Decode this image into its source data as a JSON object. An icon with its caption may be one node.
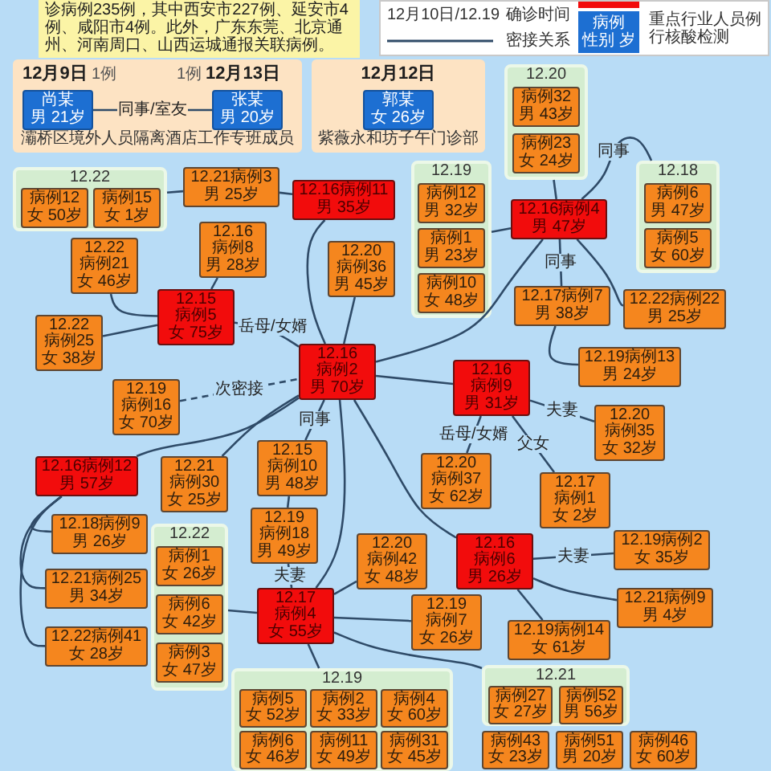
{
  "diagram": {
    "nodes": [
      {
        "text": [
          "诊病例235例，其中西安市227例、延安市4例、咸阳市4例。此外，广东东莞、北京通州、河南周口、山西运城通报关联病例。"
        ]
      },
      {
        "text": [
          "12月9日",
          "1例",
          "1例",
          "12月13日",
          "灞桥区境外人员隔离酒店工作专班成员"
        ]
      },
      {
        "text": [
          "尚某",
          "男 21岁"
        ],
        "in": 1
      },
      {
        "text": [
          "张某",
          "男 20岁"
        ],
        "in": 1
      },
      {
        "text": [
          "12月12日",
          "紫薇永和坊子午门诊部"
        ]
      },
      {
        "text": [
          "郭某",
          "女 26岁"
        ],
        "in": 4
      },
      {
        "text": [
          "12.20"
        ]
      },
      {
        "text": [
          "病例32",
          "男 43岁"
        ],
        "in": 6
      },
      {
        "text": [
          "病例23",
          "女 24岁"
        ],
        "in": 6
      },
      {
        "text": [
          "12.19"
        ]
      },
      {
        "text": [
          "病例12",
          "男 32岁"
        ],
        "in": 9
      },
      {
        "text": [
          "病例1",
          "男 23岁"
        ],
        "in": 9
      },
      {
        "text": [
          "病例10",
          "女 48岁"
        ],
        "in": 9
      },
      {
        "text": [
          "12.18"
        ]
      },
      {
        "text": [
          "病例6",
          "男 47岁"
        ],
        "in": 13
      },
      {
        "text": [
          "病例5",
          "女 60岁"
        ],
        "in": 13
      },
      {
        "text": [
          "12.22"
        ]
      },
      {
        "text": [
          "病例12",
          "女 50岁"
        ],
        "in": 16
      },
      {
        "text": [
          "病例15",
          "女 1岁"
        ],
        "in": 16
      },
      {
        "text": [
          "12.21病例3",
          "男 25岁"
        ]
      },
      {
        "text": [
          "12.16病例11",
          "男 35岁"
        ]
      },
      {
        "text": [
          "12.16病例4",
          "男 47岁"
        ]
      },
      {
        "text": [
          "12.16",
          "病例8",
          "男 28岁"
        ]
      },
      {
        "text": [
          "12.22",
          "病例21",
          "女 46岁"
        ]
      },
      {
        "text": [
          "12.17病例7",
          "男 38岁"
        ]
      },
      {
        "text": [
          "12.22病例22",
          "男 25岁"
        ]
      },
      {
        "text": [
          "12.15",
          "病例5",
          "女 75岁"
        ]
      },
      {
        "text": [
          "12.20",
          "病例36",
          "男 45岁"
        ]
      },
      {
        "text": [
          "12.22",
          "病例25",
          "女 38岁"
        ]
      },
      {
        "text": [
          "12.16",
          "病例2",
          "男 70岁"
        ]
      },
      {
        "text": [
          "12.19病例13",
          "男 24岁"
        ]
      },
      {
        "text": [
          "12.19",
          "病例16",
          "女 70岁"
        ]
      },
      {
        "text": [
          "12.16",
          "病例9",
          "男 31岁"
        ]
      },
      {
        "text": [
          "12.20",
          "病例35",
          "女 32岁"
        ]
      },
      {
        "text": [
          "12.21",
          "病例30",
          "女 25岁"
        ]
      },
      {
        "text": [
          "12.15",
          "病例10",
          "男 48岁"
        ]
      },
      {
        "text": [
          "12.16病例12",
          "男 57岁"
        ]
      },
      {
        "text": [
          "12.20",
          "病例37",
          "女 62岁"
        ]
      },
      {
        "text": [
          "12.17",
          "病例1",
          "女 2岁"
        ]
      },
      {
        "text": [
          "12.22"
        ]
      },
      {
        "text": [
          "病例1",
          "女 26岁"
        ],
        "in": 39
      },
      {
        "text": [
          "病例6",
          "女 42岁"
        ],
        "in": 39
      },
      {
        "text": [
          "病例3",
          "女 47岁"
        ],
        "in": 39
      },
      {
        "text": [
          "12.19",
          "病例18",
          "男 49岁"
        ]
      },
      {
        "text": [
          "12.16",
          "病例6",
          "男 26岁"
        ]
      },
      {
        "text": [
          "12.18病例9",
          "男 26岁"
        ]
      },
      {
        "text": [
          "12.20",
          "病例42",
          "女 48岁"
        ]
      },
      {
        "text": [
          "12.19病例2",
          "女 35岁"
        ]
      },
      {
        "text": [
          "12.21病例25",
          "男 34岁"
        ]
      },
      {
        "text": [
          "12.17",
          "病例4",
          "女 55岁"
        ]
      },
      {
        "text": [
          "12.19",
          "病例7",
          "女 26岁"
        ]
      },
      {
        "text": [
          "12.21病例9",
          "男 4岁"
        ]
      },
      {
        "text": [
          "12.19病例14",
          "女 61岁"
        ]
      },
      {
        "text": [
          "12.22病例41",
          "女 28岁"
        ]
      },
      {
        "text": [
          "12.21"
        ]
      },
      {
        "text": [
          "病例27",
          "女 27岁"
        ],
        "in": 54
      },
      {
        "text": [
          "病例52",
          "男 56岁"
        ],
        "in": 54
      },
      {
        "text": [
          "12.19"
        ]
      },
      {
        "text": [
          "病例5",
          "女 52岁"
        ],
        "in": 57
      },
      {
        "text": [
          "病例2",
          "女 33岁"
        ],
        "in": 57
      },
      {
        "text": [
          "病例4",
          "女 60岁"
        ],
        "in": 57
      },
      {
        "text": [
          "病例6",
          "女 46岁"
        ],
        "in": 57
      },
      {
        "text": [
          "病例11",
          "女 49岁"
        ],
        "in": 57
      },
      {
        "text": [
          "病例31",
          "女 45岁"
        ],
        "in": 57
      },
      {
        "text": [
          "病例43",
          "女 23岁"
        ]
      },
      {
        "text": [
          "病例51",
          "男 20岁"
        ]
      },
      {
        "text": [
          "病例46",
          "女 60岁"
        ]
      }
    ],
    "edges": [
      {
        "from": 2,
        "to": 3,
        "arrow": "none",
        "label": "同事/室友"
      },
      {
        "from": 16,
        "to": 19,
        "arrow": "none"
      },
      {
        "from": 19,
        "to": 20,
        "arrow": "none"
      },
      {
        "from": 20,
        "to": 29,
        "arrow": "none"
      },
      {
        "from": 22,
        "to": 26,
        "arrow": "none"
      },
      {
        "from": 26,
        "to": 23,
        "arrow": "none"
      },
      {
        "from": 26,
        "to": 28,
        "arrow": "none"
      },
      {
        "from": 26,
        "to": 29,
        "arrow": "none",
        "label": "岳母/女婿"
      },
      {
        "from": 31,
        "to": 29,
        "arrow": "none",
        "label": "次密接",
        "style": "dashed"
      },
      {
        "from": 29,
        "to": 27,
        "arrow": "none"
      },
      {
        "from": 29,
        "to": 21,
        "arrow": "none"
      },
      {
        "from": 29,
        "to": 32,
        "arrow": "none"
      },
      {
        "from": 29,
        "to": 34,
        "arrow": "none"
      },
      {
        "from": 29,
        "to": 35,
        "arrow": "none",
        "label": "同事"
      },
      {
        "from": 29,
        "to": 36,
        "arrow": "none"
      },
      {
        "from": 29,
        "to": 44,
        "arrow": "none"
      },
      {
        "from": 29,
        "to": 49,
        "arrow": "none"
      },
      {
        "from": 9,
        "to": 21,
        "arrow": "none"
      },
      {
        "from": 21,
        "to": 6,
        "arrow": "none"
      },
      {
        "from": 21,
        "to": 13,
        "arrow": "none",
        "label": "同事"
      },
      {
        "from": 21,
        "to": 24,
        "arrow": "none",
        "label": "同事"
      },
      {
        "from": 21,
        "to": 25,
        "arrow": "none"
      },
      {
        "from": 24,
        "to": 30,
        "arrow": "none"
      },
      {
        "from": 32,
        "to": 33,
        "arrow": "none",
        "label": "夫妻"
      },
      {
        "from": 32,
        "to": 38,
        "arrow": "none",
        "label": "父女"
      },
      {
        "from": 32,
        "to": 37,
        "arrow": "none",
        "label": "岳母/女婿"
      },
      {
        "from": 35,
        "to": 43,
        "arrow": "none"
      },
      {
        "from": 49,
        "to": 43,
        "arrow": "none",
        "label": "夫妻"
      },
      {
        "from": 49,
        "to": 46,
        "arrow": "none"
      },
      {
        "from": 49,
        "to": 50,
        "arrow": "none"
      },
      {
        "from": 49,
        "to": 54,
        "arrow": "none"
      },
      {
        "from": 49,
        "to": 57,
        "arrow": "none"
      },
      {
        "from": 39,
        "to": 49,
        "arrow": "none"
      },
      {
        "from": 36,
        "to": 45,
        "arrow": "none"
      },
      {
        "from": 36,
        "to": 48,
        "arrow": "none"
      },
      {
        "from": 36,
        "to": 53,
        "arrow": "none"
      },
      {
        "from": 44,
        "to": 47,
        "arrow": "none",
        "label": "夫妻"
      },
      {
        "from": 44,
        "to": 51,
        "arrow": "none"
      },
      {
        "from": 44,
        "to": 52,
        "arrow": "none"
      }
    ],
    "labels": [
      "12月10日/12.19",
      "病例",
      "性别 岁"
    ],
    "legend": [
      {
        "text": "确诊时间"
      },
      {
        "text": "密接关系"
      },
      {
        "text": "重点行业人员例行核酸检测",
        "color": "#1d6fd2"
      }
    ]
  }
}
